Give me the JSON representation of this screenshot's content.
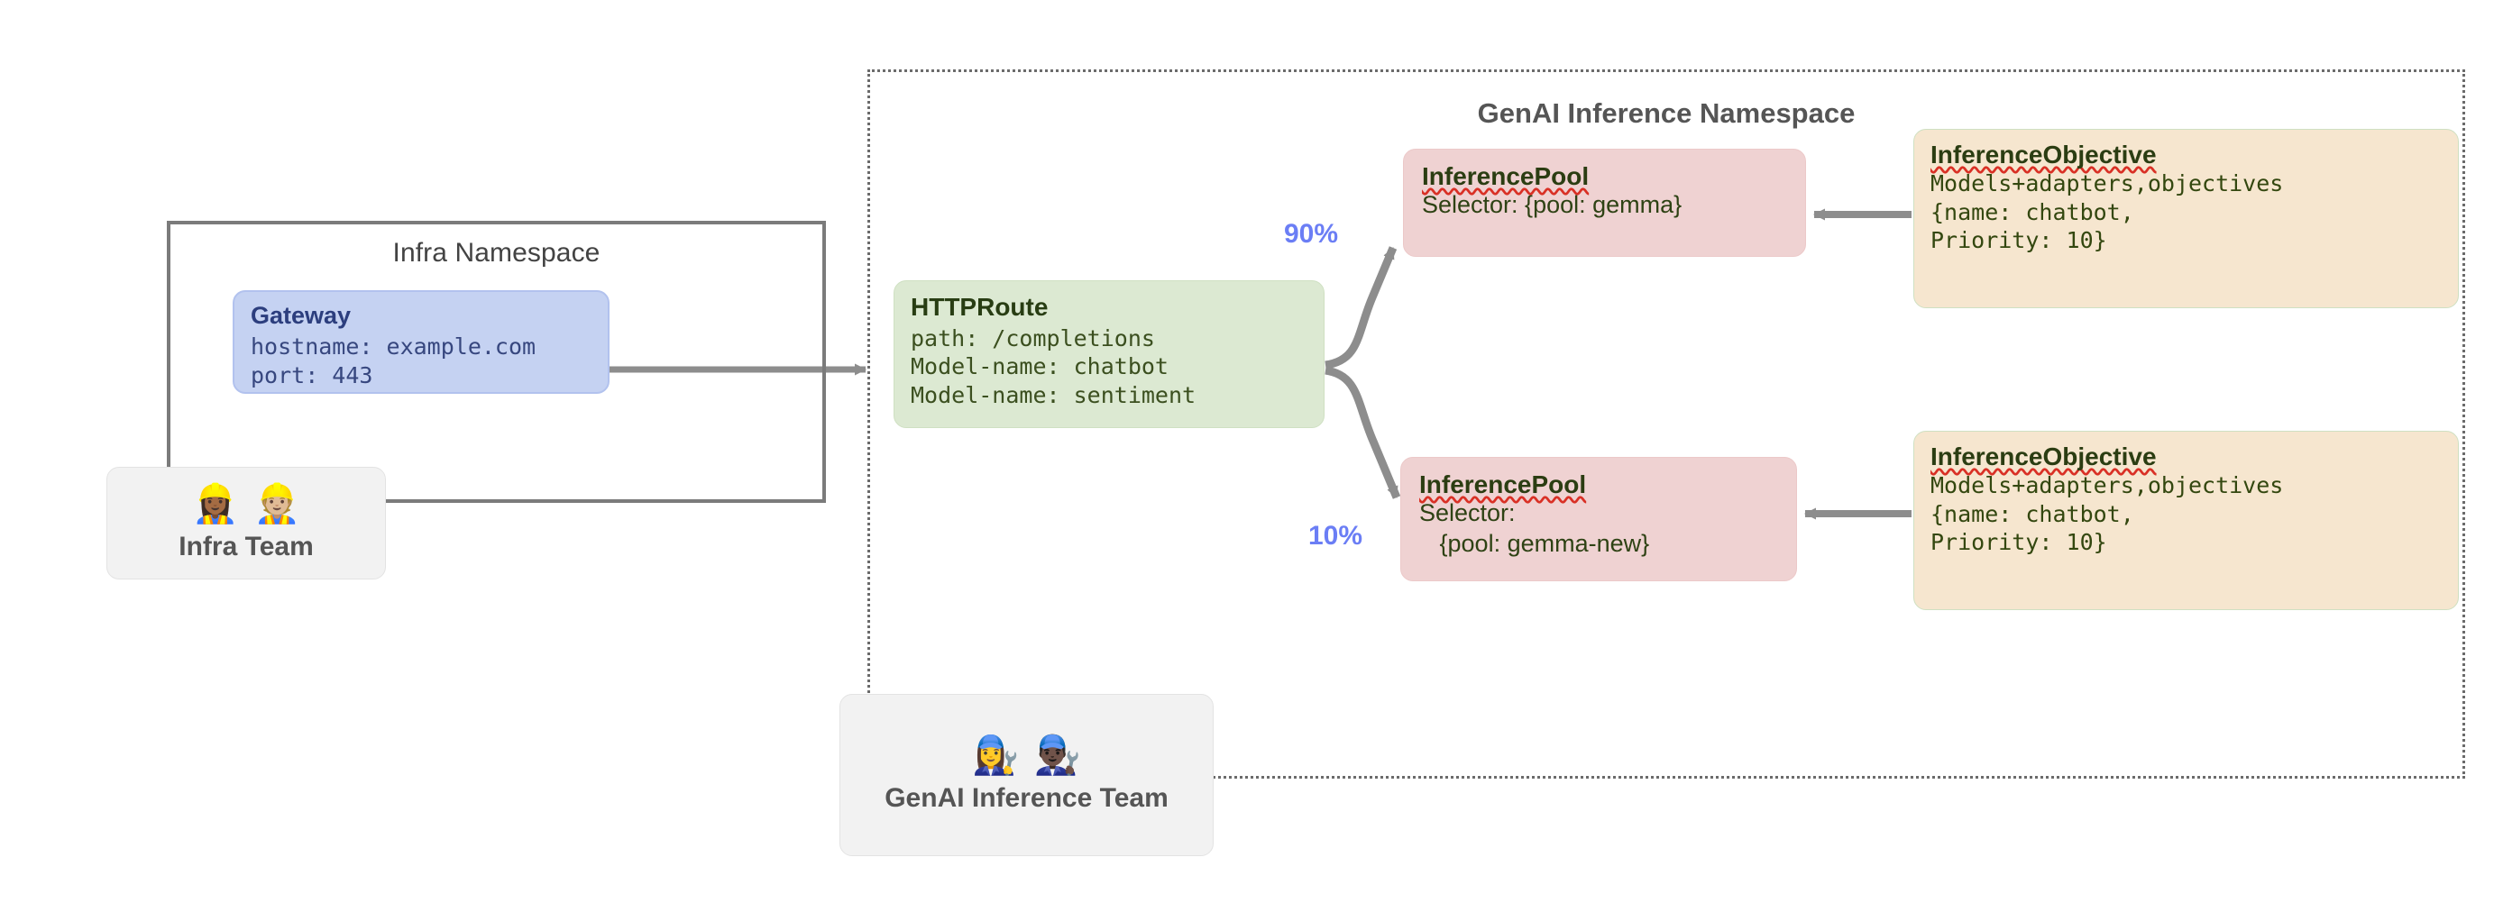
{
  "diagram": {
    "title": "Gateway API Inference Extension routing diagram",
    "colors": {
      "gateway_fill": "#c5d2f2",
      "gateway_text": "#2c3e7e",
      "httproute_fill": "#dce9d2",
      "httproute_text": "#3b4f1f",
      "pool_fill": "#efd2d2",
      "pool_text": "#2e4214",
      "objective_fill": "#f6e6cf",
      "objective_text": "#33470f",
      "team_fill": "#f2f2f2",
      "team_text": "#555555",
      "percent_text": "#6b7ef5",
      "arrow": "#8d8d8d",
      "namespace_border_solid": "#7b7b7b",
      "namespace_border_dotted": "#6b6b6b",
      "spellcheck_underline": "#d93025"
    }
  },
  "namespaces": {
    "infra": {
      "title": "Infra Namespace"
    },
    "genai": {
      "title": "GenAI Inference Namespace"
    }
  },
  "nodes": {
    "gateway": {
      "title": "Gateway",
      "lines": [
        "hostname: example.com",
        "port: 443"
      ]
    },
    "httproute": {
      "title": "HTTPRoute",
      "lines": [
        "path: /completions",
        "Model-name: chatbot",
        "Model-name: sentiment"
      ]
    },
    "pool_gemma": {
      "title": "InferencePool",
      "lines": [
        "Selector: {pool: gemma}"
      ]
    },
    "pool_gemma_new": {
      "title": "InferencePool",
      "lines": [
        "Selector:",
        "   {pool: gemma-new}"
      ]
    },
    "objective_top": {
      "title": "InferenceObjective",
      "lines": [
        "Models+adapters,objectives",
        "{name: chatbot,",
        "Priority: 10}"
      ]
    },
    "objective_bottom": {
      "title": "InferenceObjective",
      "lines": [
        "Models+adapters,objectives",
        "{name: chatbot,",
        "Priority: 10}"
      ]
    }
  },
  "teams": {
    "infra": {
      "label": "Infra Team",
      "emojis": "👷🏾‍♀️👷🏼",
      "icon_names": [
        "construction-worker-woman-icon",
        "construction-worker-man-icon"
      ]
    },
    "genai": {
      "label": "GenAI Inference Team",
      "emojis": "👩‍🔧👨🏿‍🔧",
      "icon_names": [
        "mechanic-woman-icon",
        "mechanic-man-icon"
      ]
    }
  },
  "traffic_split": {
    "primary": "90%",
    "canary": "10%"
  },
  "edges": [
    {
      "name": "gateway-to-httproute",
      "from": "gateway",
      "to": "httproute",
      "label": ""
    },
    {
      "name": "httproute-to-pool-gemma",
      "from": "httproute",
      "to": "pool_gemma",
      "label": "90%"
    },
    {
      "name": "httproute-to-pool-gemma-new",
      "from": "httproute",
      "to": "pool_gemma_new",
      "label": "10%"
    },
    {
      "name": "objective-top-to-pool-gemma",
      "from": "objective_top",
      "to": "pool_gemma",
      "label": ""
    },
    {
      "name": "objective-bottom-to-pool-gemma-new",
      "from": "objective_bottom",
      "to": "pool_gemma_new",
      "label": ""
    }
  ]
}
